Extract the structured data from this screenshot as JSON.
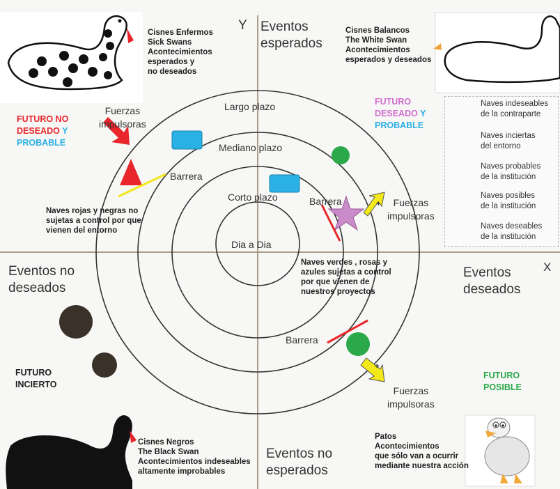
{
  "axes": {
    "y_label": "Y",
    "x_label": "X",
    "top_label": "Eventos\nesperados",
    "bottom_label": "Eventos no\nesperados",
    "left_label": "Eventos no\ndeseados",
    "right_label": "Eventos\ndeseados"
  },
  "rings": {
    "outer": "Largo plazo",
    "second": "Mediano plazo",
    "third": "Corto plazo",
    "center": "Dia a Dia"
  },
  "quadrants": {
    "top_left": {
      "swan_text": "Cisnes Enfermos\nSick Swans\nAcontecimientos\nesperados y\nno deseados",
      "future_parts": [
        {
          "text": "FUTURO NO\nDESEADO ",
          "color": "#e8262b"
        },
        {
          "text": "Y",
          "color": "#2ab0e4"
        },
        {
          "text": "\nPROBABLE",
          "color": "#2ab0e4"
        }
      ]
    },
    "top_right": {
      "swan_text": "Cisnes Balancos\nThe White Swan\nAcontecimientos\nesperados y deseados",
      "future_parts": [
        {
          "text": "FUTURO\nDESEADO ",
          "color": "#d26fd0"
        },
        {
          "text": "Y",
          "color": "#2ab0e4"
        },
        {
          "text": "\nPROBABLE",
          "color": "#2ab0e4"
        }
      ]
    },
    "bottom_left": {
      "swan_text": "Cisnes Negros\nThe Black Swan\nAcontecimientos indeseables\naltamente improbables",
      "future_text": "FUTURO\nINCIERTO",
      "future_color": "#1f1f1f"
    },
    "bottom_right": {
      "duck_text": "Patos\nAcontecimientos\nque sólo van a ocurrir\nmediante nuestra acción",
      "future_text": "FUTURO\nPOSIBLE",
      "future_color": "#2aa84a"
    }
  },
  "annotations": {
    "forces_top_left": "Fuerzas\nimpulsoras",
    "barrier_top_left": "Barrera",
    "note_left": "Naves rojas y negras no\nsujetas a control por que\nvienen del entorno",
    "barrier_right": "Barrera",
    "forces_right": "Fuerzas\nimpulsoras",
    "note_right": "Naves verdes , rosas y\nazules sujetas a control\npor que vienen de\nnuestros proyectos",
    "barrier_bottom": "Barrera",
    "forces_bottom": "Fuerzas\nimpulsoras",
    "arrow_sign": "+"
  },
  "legend": {
    "items": [
      {
        "icon": "triangle",
        "color": "#e8262b",
        "text": "Naves indeseables\nde la contraparte"
      },
      {
        "icon": "circle",
        "color": "#3a3128",
        "text": "Naves inciertas\ndel entorno"
      },
      {
        "icon": "rect",
        "color": "#2ab0e4",
        "text": "Naves probables\nde la institución"
      },
      {
        "icon": "circle",
        "color": "#2aa84a",
        "text": "Naves posibles\nde la institución"
      },
      {
        "icon": "star",
        "color": "#c98bc9",
        "text": "Naves deseables\nde la institución"
      }
    ]
  },
  "colors": {
    "red": "#e8262b",
    "blue": "#2ab0e4",
    "green": "#2aa84a",
    "pink": "#c98bc9",
    "dark": "#3a3128",
    "yellow": "#f2e81a",
    "axis": "#a89d88",
    "ring": "#333333"
  }
}
